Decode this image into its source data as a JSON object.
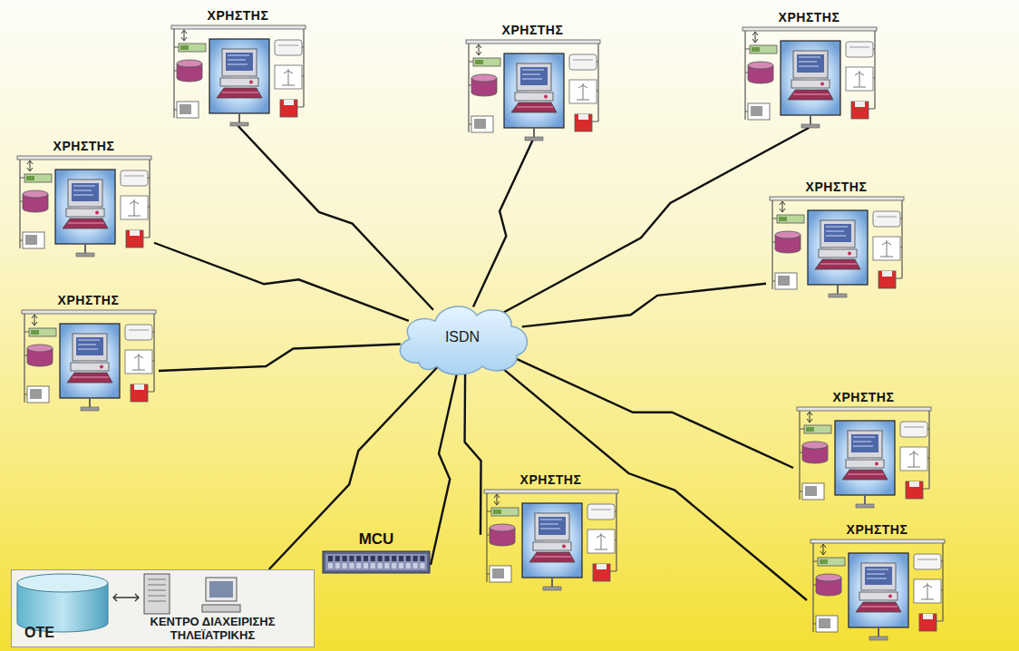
{
  "diagram": {
    "nodes": [
      {
        "text": [
          "ΧΡΗΣΤΗΣ"
        ]
      },
      {
        "text": [
          "ΧΡΗΣΤΗΣ"
        ]
      },
      {
        "text": [
          "ΧΡΗΣΤΗΣ"
        ]
      },
      {
        "text": [
          "ΧΡΗΣΤΗΣ"
        ]
      },
      {
        "text": [
          "ΧΡΗΣΤΗΣ"
        ]
      },
      {
        "text": [
          "ΧΡΗΣΤΗΣ"
        ]
      },
      {
        "text": [
          "ISDN"
        ]
      },
      {
        "text": [
          "ΧΡΗΣΤΗΣ"
        ]
      },
      {
        "text": [
          "ΧΡΗΣΤΗΣ"
        ]
      },
      {
        "text": [
          "ΧΡΗΣΤΗΣ"
        ]
      },
      {
        "text": [
          "MCU"
        ]
      },
      {
        "text": [
          "ΟΤΕ",
          "ΚΕΝΤΡΟ ΔΙΑΧΕΙΡΙΣΗΣ ΤΗΛΕΪΑΤΡΙΚΗΣ"
        ]
      }
    ],
    "edges": [
      {
        "from": 0,
        "to": 6,
        "arrow": "none"
      },
      {
        "from": 1,
        "to": 6,
        "arrow": "none"
      },
      {
        "from": 2,
        "to": 6,
        "arrow": "none"
      },
      {
        "from": 3,
        "to": 6,
        "arrow": "none"
      },
      {
        "from": 4,
        "to": 6,
        "arrow": "none"
      },
      {
        "from": 5,
        "to": 6,
        "arrow": "none"
      },
      {
        "from": 7,
        "to": 6,
        "arrow": "none"
      },
      {
        "from": 8,
        "to": 6,
        "arrow": "none"
      },
      {
        "from": 9,
        "to": 6,
        "arrow": "none"
      },
      {
        "from": 6,
        "to": 10,
        "arrow": "none"
      },
      {
        "from": 6,
        "to": 11,
        "arrow": "none"
      }
    ]
  }
}
